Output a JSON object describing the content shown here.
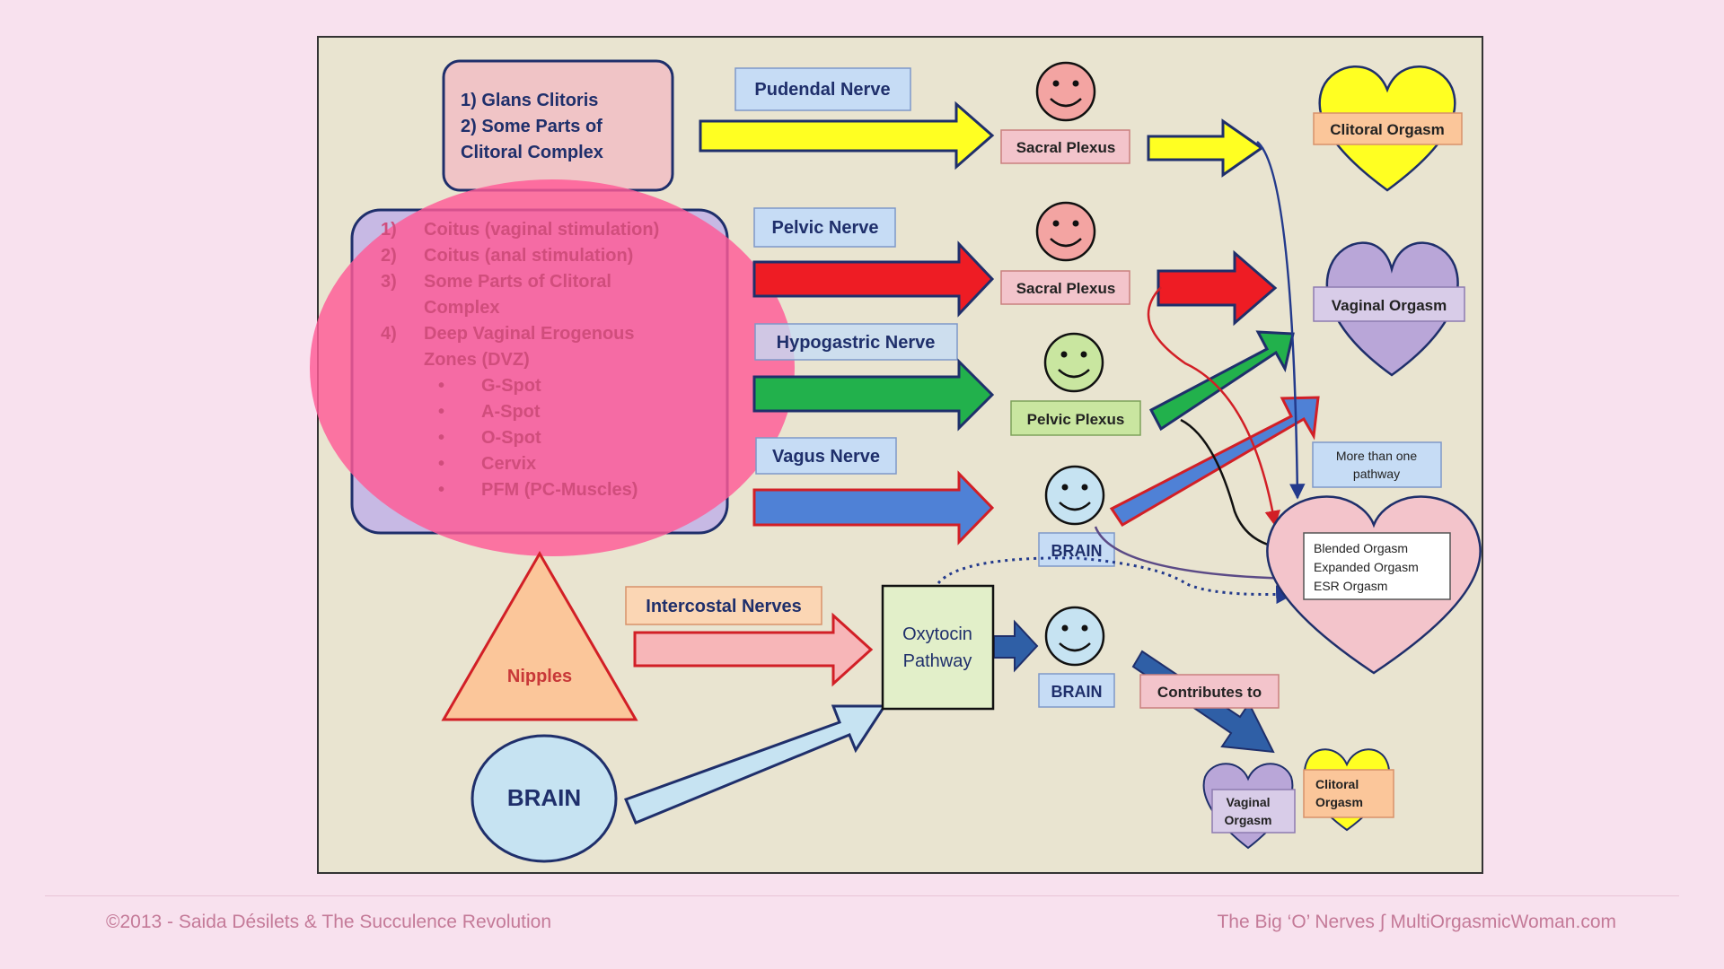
{
  "diagram": {
    "source_box": {
      "lines": [
        "1) Glans Clitoris",
        "2) Some Parts of",
        "Clitoral Complex"
      ]
    },
    "vaginal_list": {
      "items": [
        {
          "num": "1)",
          "text": [
            "Coitus (vaginal stimulation)"
          ]
        },
        {
          "num": "2)",
          "text": [
            "Coitus (anal stimulation)"
          ]
        },
        {
          "num": "3)",
          "text": [
            "Some Parts of Clitoral",
            "Complex"
          ]
        },
        {
          "num": "4)",
          "text": [
            "Deep Vaginal Erogenous",
            "Zones  (DVZ)"
          ]
        }
      ],
      "bullets": [
        "G-Spot",
        "A-Spot",
        "O-Spot",
        "Cervix",
        "PFM (PC-Muscles)"
      ]
    },
    "nerves": {
      "pudendal": "Pudendal Nerve",
      "pelvic": "Pelvic Nerve",
      "hypogastric": "Hypogastric Nerve",
      "vagus": "Vagus Nerve",
      "intercostal": "Intercostal Nerves"
    },
    "plexus": {
      "sacral_1": "Sacral Plexus",
      "sacral_2": "Sacral Plexus",
      "pelvic": "Pelvic Plexus",
      "brain_1": "BRAIN",
      "brain_2": "BRAIN"
    },
    "outcomes": {
      "clitoral": "Clitoral Orgasm",
      "vaginal": "Vaginal Orgasm",
      "more_than_one": [
        "More than one",
        "pathway"
      ],
      "blended": [
        "Blended Orgasm",
        "Expanded Orgasm",
        "ESR Orgasm"
      ],
      "small_vaginal": [
        "Vaginal",
        "Orgasm"
      ],
      "small_clitoral": [
        "Clitoral",
        "Orgasm"
      ]
    },
    "nipples": "Nipples",
    "brain_source": "BRAIN",
    "oxytocin": [
      "Oxytocin",
      "Pathway"
    ],
    "contributes": "Contributes to"
  },
  "colors": {
    "background": "#f8e1ee",
    "panel": "#e9e4d0",
    "yellow": "#ffff22",
    "red": "#ee1c24",
    "green": "#22b14c",
    "blue": "#4f81d6",
    "pink_overlay": "#ff5a96",
    "lavender": "#b9a6d8",
    "peach": "#fbc69a",
    "light_blue": "#c6e3f2",
    "orgasm_pink": "#f3c4cb"
  },
  "footer": {
    "left": "©2013 - Saida Désilets & The Succulence Revolution",
    "right": "The Big ‘O’ Nerves  ∫  MultiOrgasmicWoman.com"
  }
}
